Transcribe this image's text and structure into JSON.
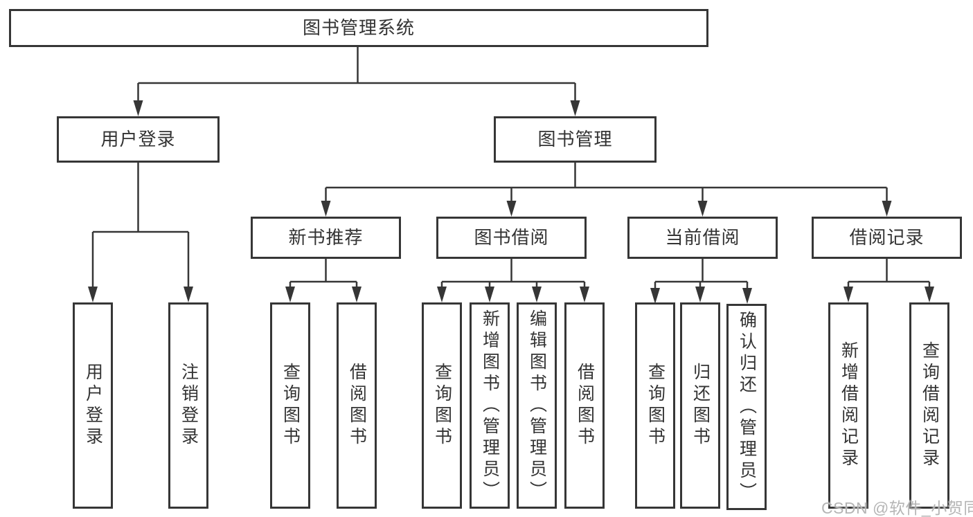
{
  "diagram": {
    "root": {
      "label": "图书管理系统"
    },
    "branches": [
      {
        "label": "用户登录",
        "children": [
          {
            "label": "用户登录"
          },
          {
            "label": "注销登录"
          }
        ]
      },
      {
        "label": "图书管理",
        "children": [
          {
            "label": "新书推荐",
            "children": [
              {
                "label": "查询图书"
              },
              {
                "label": "借阅图书"
              }
            ]
          },
          {
            "label": "图书借阅",
            "children": [
              {
                "label": "查询图书"
              },
              {
                "label": "新增图书（管理员）"
              },
              {
                "label": "编辑图书（管理员）"
              },
              {
                "label": "借阅图书"
              }
            ]
          },
          {
            "label": "当前借阅",
            "children": [
              {
                "label": "查询图书"
              },
              {
                "label": "归还图书"
              },
              {
                "label": "确认归还（管理员）"
              }
            ]
          },
          {
            "label": "借阅记录",
            "children": [
              {
                "label": "新增借阅记录"
              },
              {
                "label": "查询借阅记录"
              }
            ]
          }
        ]
      }
    ]
  },
  "watermark": {
    "text": "CSDN @软件_小贺同学"
  },
  "colors": {
    "line": "#363636",
    "text": "#333333",
    "background": "#ffffff",
    "watermark": "#b5b5b5"
  }
}
